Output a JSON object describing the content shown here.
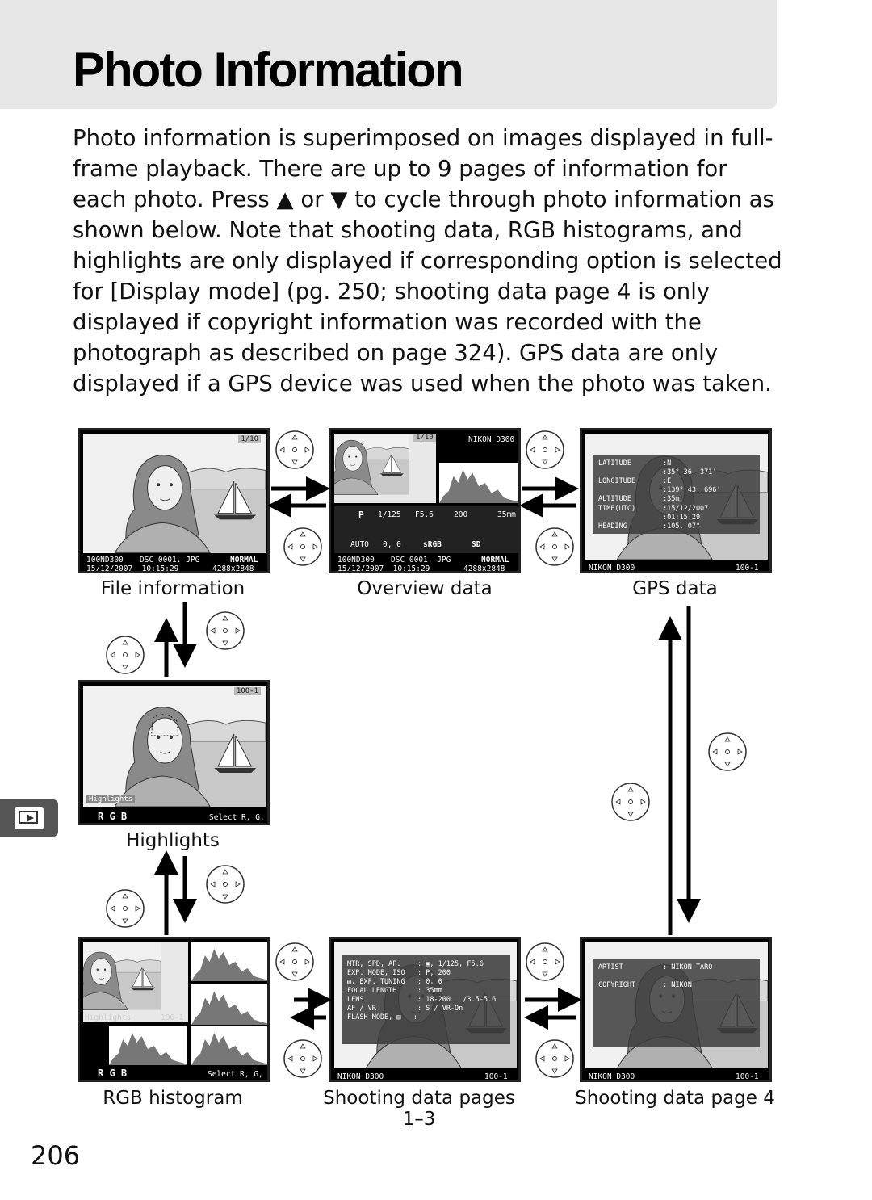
{
  "header": {
    "title": "Photo Information"
  },
  "intro": "Photo information is superimposed on images displayed in full-frame playback.  There are up to 9 pages of information for each photo.  Press ▲ or ▼ to cycle through photo information as shown below.  Note that shooting data, RGB histograms, and highlights are only displayed if corresponding option is selected for [Display mode] (pg. 250; shooting data page 4 is only displayed if copyright information was recorded with the photograph as described on page 324).  GPS data are only displayed if a GPS device was used when the photo was taken.",
  "page_number": "206",
  "captions": {
    "file_info": "File information",
    "overview": "Overview data",
    "gps": "GPS data",
    "highlights": "Highlights",
    "rgb": "RGB histogram",
    "shooting13": "Shooting data pages 1–3",
    "shooting4": "Shooting data page 4"
  },
  "screens": {
    "file_info": {
      "frame": "1/10",
      "folder": "100ND300",
      "file": "DSC_0001. JPG",
      "quality": "NORMAL",
      "date": "15/12/2007  10:15:29",
      "size": "4288x2848"
    },
    "overview": {
      "frame": "1/10",
      "camera": "NIKON D300",
      "mode": "P",
      "shutter": "1/125",
      "aperture": "F5.6",
      "iso": "200",
      "focal": "35mm",
      "wb": "AUTO",
      "wb_adj": "0, 0",
      "color_space": "sRGB",
      "picture_control": "SD",
      "folder": "100ND300",
      "file": "DSC_0001. JPG",
      "quality": "NORMAL",
      "date": "15/12/2007  10:15:29",
      "size": "4288x2848"
    },
    "gps": {
      "rows": [
        {
          "label": "LATITUDE",
          "value": ":N\n:35° 36. 371'"
        },
        {
          "label": "LONGITUDE",
          "value": ":E\n:139° 43. 696'"
        },
        {
          "label": "ALTITUDE",
          "value": ":35m"
        },
        {
          "label": "TIME(UTC)",
          "value": ":15/12/2007\n:01:15:29"
        },
        {
          "label": "HEADING",
          "value": ":105. 07°"
        }
      ],
      "camera": "NIKON D300",
      "folder_frame": "100-1"
    },
    "highlights": {
      "folder_frame": "100-1",
      "label": "Highlights",
      "channels": "R G B",
      "select": "Select R, G, B"
    },
    "rgb": {
      "label": "Highlights",
      "folder_frame": "100-1",
      "channels": "R G B",
      "select": "Select R, G, B"
    },
    "shooting13": {
      "rows": [
        "MTR, SPD, AP.    : ▣, 1/125, F5.6",
        "EXP. MODE, ISO   : P, 200",
        "▤, EXP. TUNING   : 0, 0",
        "FOCAL LENGTH     : 35mm",
        "LENS             : 18-200   /3.5-5.6",
        "AF / VR          : S / VR-On",
        "FLASH MODE, ▤   :"
      ],
      "camera": "NIKON D300",
      "folder_frame": "100-1"
    },
    "shooting4": {
      "rows": [
        {
          "label": "ARTIST",
          "value": ": NIKON TARO"
        },
        {
          "label": "COPYRIGHT",
          "value": ": NIKON"
        }
      ],
      "camera": "NIKON D300",
      "folder_frame": "100-1"
    }
  }
}
